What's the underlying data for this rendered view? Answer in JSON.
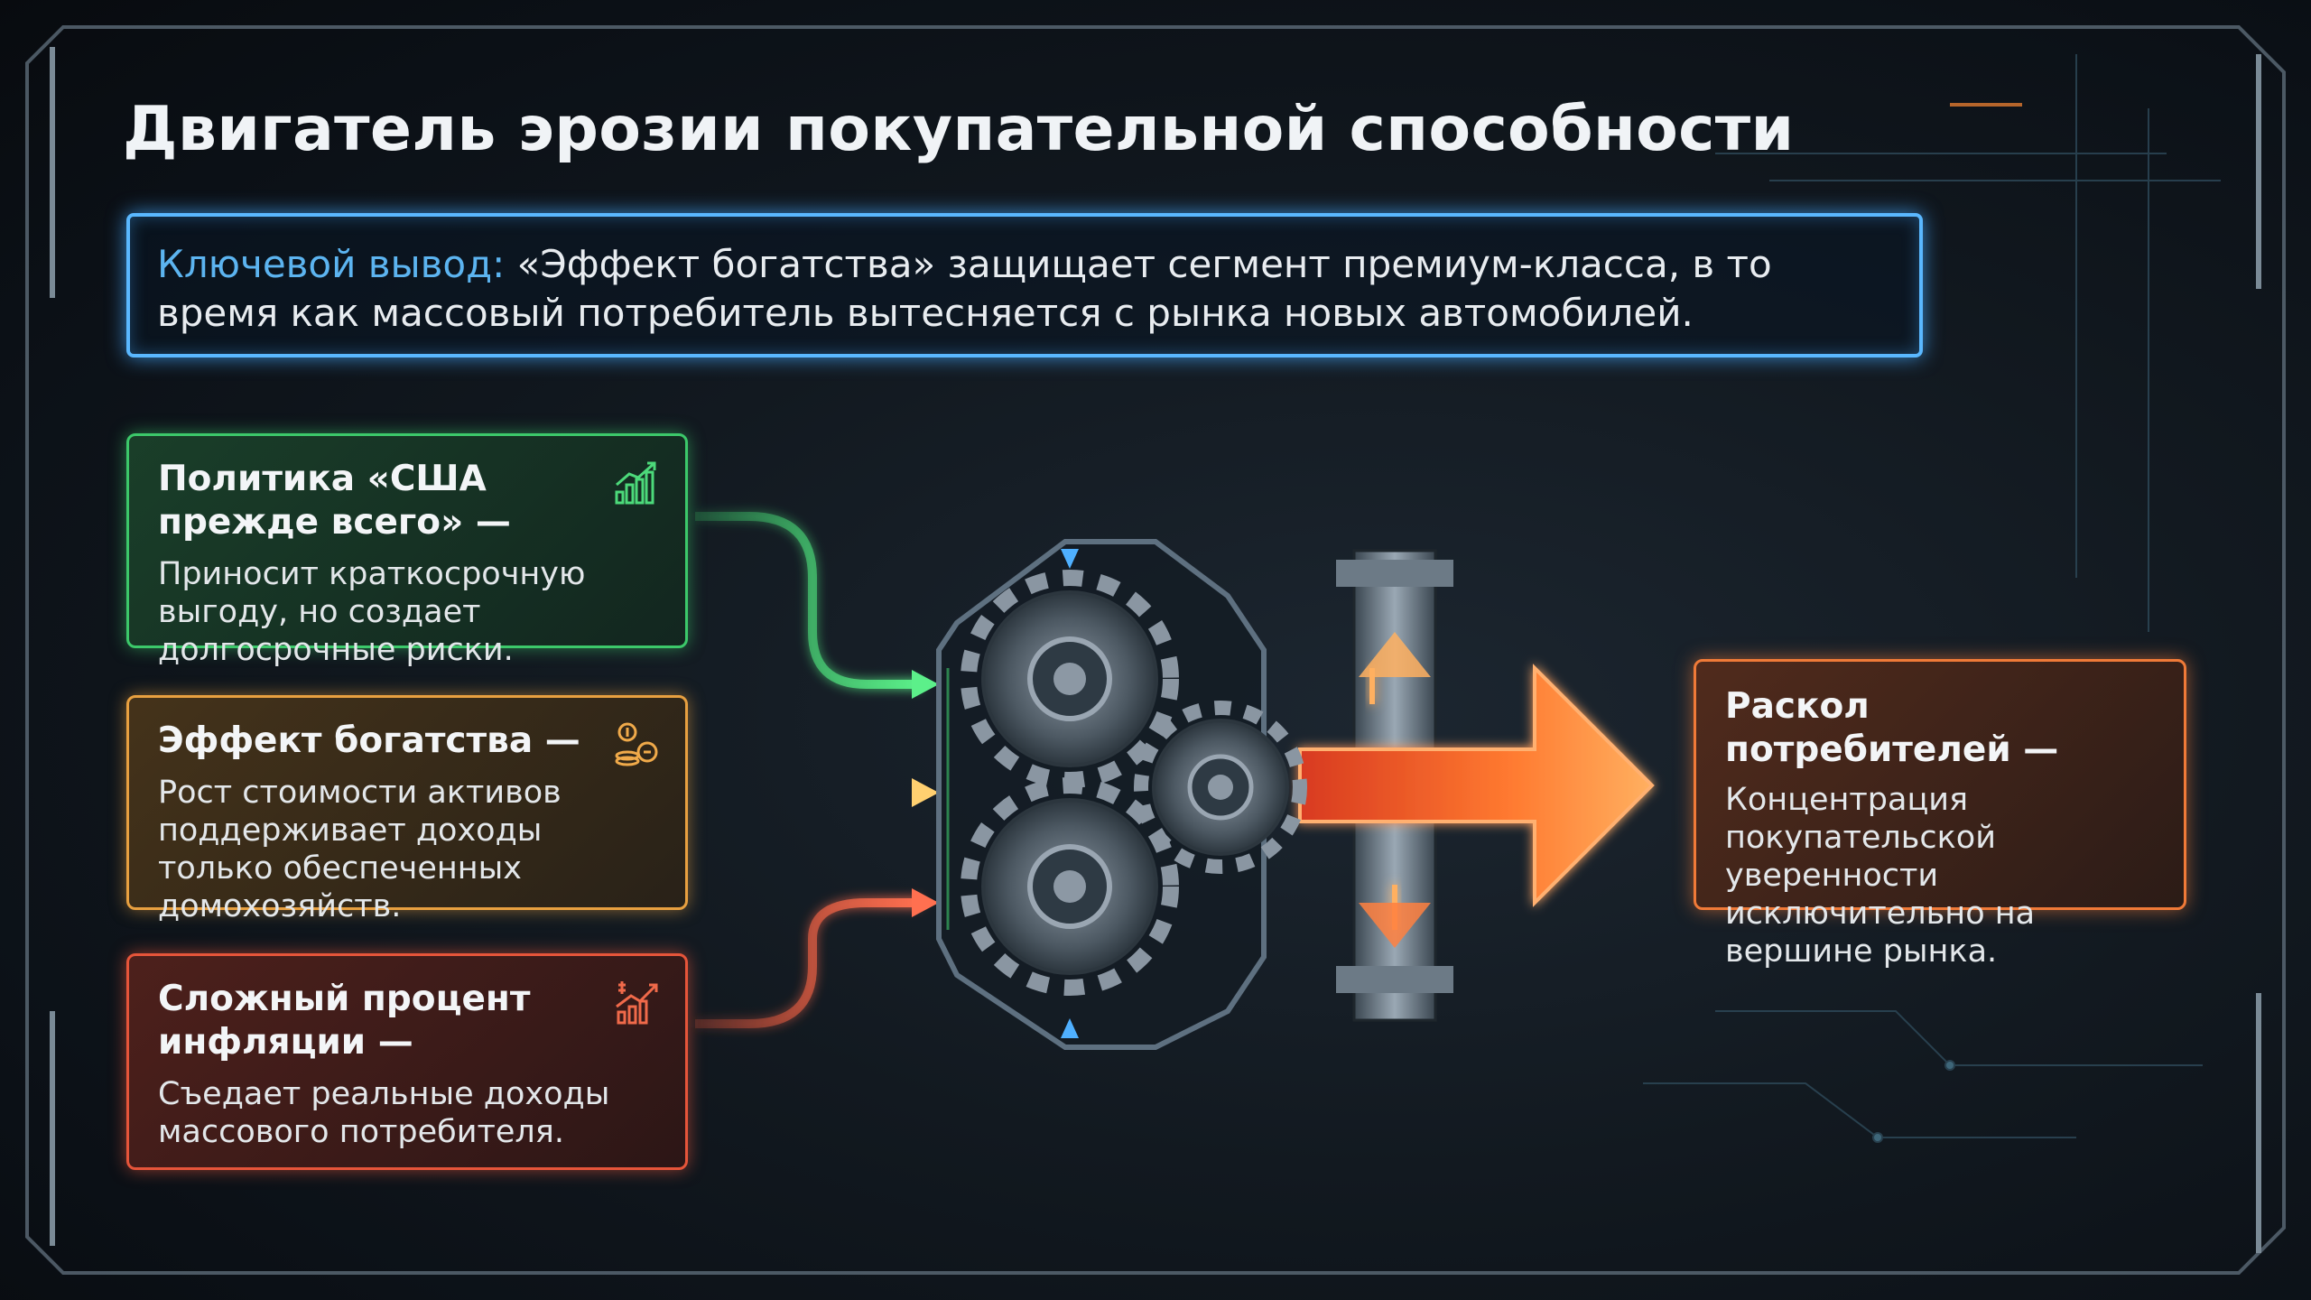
{
  "title": "Двигатель эрозии покупательной способности",
  "key_insight": {
    "label": "Ключевой вывод:",
    "text": " «Эффект богатства» защищает сегмент премиум-класса, в то время как массовый потребитель вытесняется с рынка новых автомобилей."
  },
  "inputs": [
    {
      "heading": "Политика «США прежде всего» —",
      "body": "Приносит краткосрочную выгоду, но создает долгосрочные риски.",
      "icon": "rising-bar-chart-icon",
      "color": "#3cc86a"
    },
    {
      "heading": "Эффект богатства —",
      "body": "Рост стоимости активов поддерживает доходы только обеспеченных домохозяйств.",
      "icon": "coins-icon",
      "color": "#e8a040"
    },
    {
      "heading": "Сложный процент инфляции —",
      "body": "Съедает реальные доходы массового потребителя.",
      "icon": "inflation-chart-icon",
      "color": "#e6553a"
    }
  ],
  "output": {
    "heading": "Раскол потребителей —",
    "body": "Концентрация покупательской уверенности исключительно на вершине рынка.",
    "color": "#f07a38"
  },
  "colors": {
    "accent_blue": "#5ab8ff",
    "background": "#0f151b"
  }
}
